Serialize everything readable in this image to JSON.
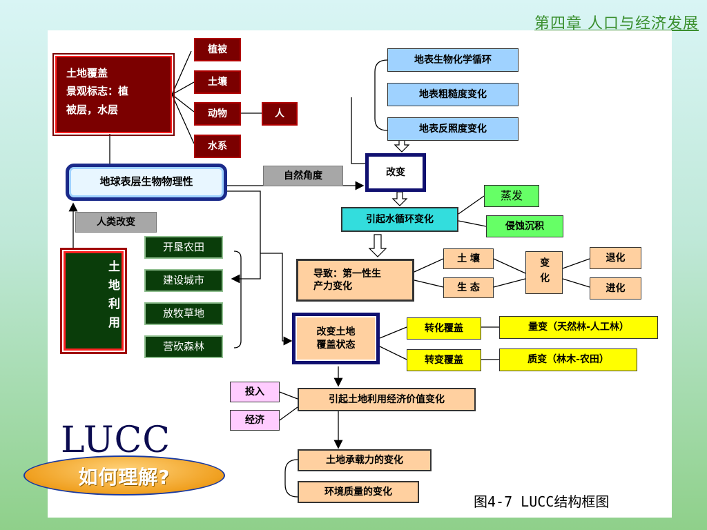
{
  "header": {
    "chapter": "第四章  人口与经济发展"
  },
  "diagram": {
    "land_cover_lines": [
      "土地覆盖",
      "景观标志：植",
      "被层，水层"
    ],
    "veg": "植被",
    "soil": "土壤",
    "animal": "动物",
    "human": "人",
    "water_system": "水系",
    "earth_surface": "地球表层生物物理性",
    "natural_angle": "自然角度",
    "human_change": "人类改变",
    "land_use": "土地利用",
    "use_items": [
      "开垦农田",
      "建设城市",
      "放牧草地",
      "营砍森林"
    ],
    "bio_cycle": "地表生物化学循环",
    "roughness": "地表粗糙度变化",
    "albedo": "地表反照度变化",
    "change": "改变",
    "water_cycle": "引起水循环变化",
    "evaporation": "蒸发",
    "erosion": "侵蚀沉积",
    "productivity_lines": [
      "导致：第一性生",
      "产力变化"
    ],
    "soil2": "土 壤",
    "ecology": "生 态",
    "change_vertical": "变化",
    "degrade": "退化",
    "evolve": "进化",
    "cover_state_lines": [
      "改变土地",
      "覆盖状态"
    ],
    "convert_cover": "转化覆盖",
    "transform_cover": "转变覆盖",
    "quantity_change": "量变（天然林-人工林）",
    "quality_change": "质变（林木-农田）",
    "input": "投入",
    "economy": "经济",
    "econ_value": "引起土地利用经济价值变化",
    "capacity": "土地承载力的变化",
    "env_quality": "环境质量的变化"
  },
  "badge": {
    "title": "LUCC",
    "subtitle": "如何理解?"
  },
  "caption": "图4-7 LUCC结构框图"
}
